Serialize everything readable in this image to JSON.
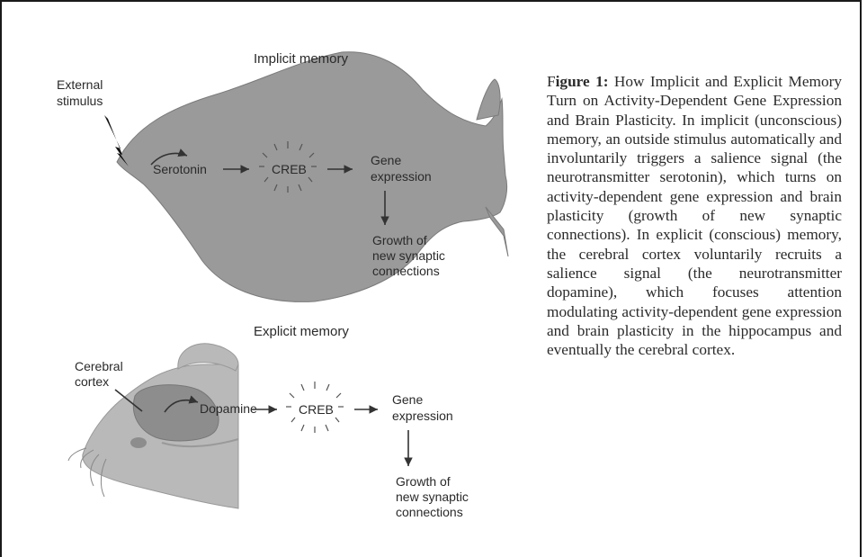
{
  "implicit": {
    "title": "Implicit memory",
    "external_line1": "External",
    "external_line2": "stimulus",
    "serotonin": "Serotonin",
    "creb": "CREB",
    "gene_line1": "Gene",
    "gene_line2": "expression",
    "growth_line1": "Growth of",
    "growth_line2": "new synaptic",
    "growth_line3": "connections"
  },
  "explicit": {
    "title": "Explicit memory",
    "cortex_line1": "Cerebral",
    "cortex_line2": "cortex",
    "dopamine": "Dopamine",
    "creb": "CREB",
    "gene_line1": "Gene",
    "gene_line2": "expression",
    "growth_line1": "Growth of",
    "growth_line2": "new synaptic",
    "growth_line3": "connections"
  },
  "caption": {
    "prefix_plain": "F",
    "bold": "igure 1:",
    "text": " How Implicit and Explicit Memory Turn on Activity-Dependent Gene Expression and Brain Plasticity. In implicit (unconscious) memory, an outside stimulus automatically and involuntarily triggers a salience signal (the neurotransmitter serotonin), which turns on activity-dependent gene expression and brain plasticity (growth of new synaptic connections).  In explicit (conscious) memory, the cerebral cortex voluntarily recruits a salience signal (the neurotransmitter dopamine), which focuses attention modulating activity-dependent gene expression and brain plasticity in the hippocampus and eventually the cerebral cortex."
  },
  "colors": {
    "body_gray": "#9a9a9a",
    "mouse_gray": "#b9b9b9",
    "cortex_gray": "#8d8d8d"
  }
}
